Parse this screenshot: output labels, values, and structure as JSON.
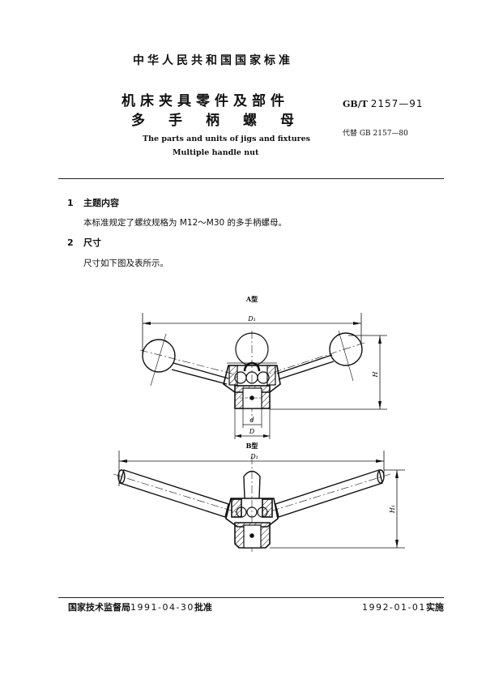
{
  "header": {
    "national_standard": "中华人民共和国国家标准",
    "title_zh_line1": "机床夹具零件及部件",
    "title_zh_line2": [
      "多",
      "手",
      "柄",
      "螺",
      "母"
    ],
    "standard_prefix": "GB/T",
    "standard_number": "2157—91",
    "replaces": "代替 GB 2157—80",
    "title_en_line1": "The parts and units of jigs and fixtures",
    "title_en_line2": "Multiple handle nut"
  },
  "sections": [
    {
      "number": "1",
      "heading": "主题内容",
      "text": "本标准规定了螺纹规格为 M12～M30 的多手柄螺母。"
    },
    {
      "number": "2",
      "heading": "尺寸",
      "text": "尺寸如下图及表所示。"
    }
  ],
  "figure": {
    "type_a_label": "A型",
    "type_b_label": "B型",
    "dims_a": {
      "overall_diameter": "D₁",
      "height": "H",
      "thread": "d",
      "body_diameter": "D"
    },
    "dims_b": {
      "overall_diameter": "D₁",
      "height": "H₁"
    }
  },
  "footer": {
    "issuer": "国家技术监督局",
    "approved_date": "1991-04-30",
    "approved_suffix": "批准",
    "effective_date": "1992-01-01",
    "effective_suffix": "实施"
  }
}
